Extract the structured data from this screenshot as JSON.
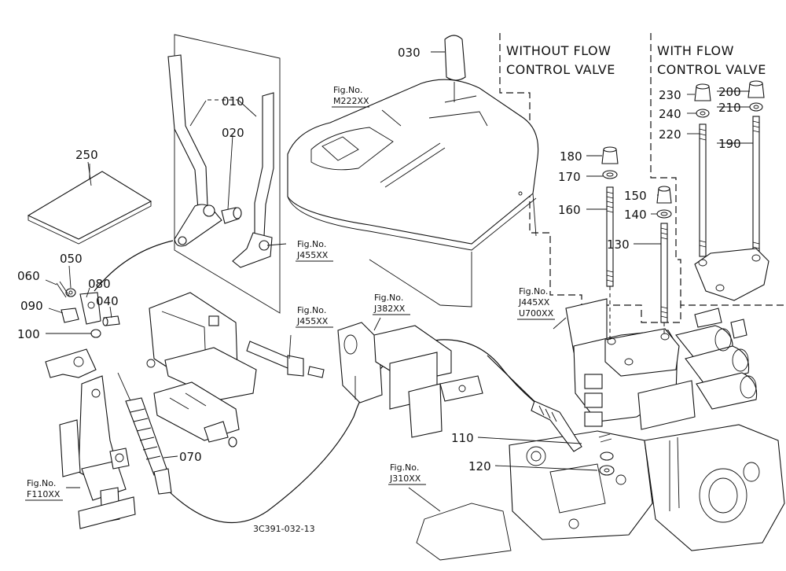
{
  "callouts": {
    "p010": "010",
    "p020": "020",
    "p030": "030",
    "p040": "040",
    "p050": "050",
    "p060": "060",
    "p070": "070",
    "p080": "080",
    "p090": "090",
    "p100": "100",
    "p110": "110",
    "p120": "120",
    "p130": "130",
    "p140": "140",
    "p150": "150",
    "p160": "160",
    "p170": "170",
    "p180": "180",
    "p190": "190",
    "p200": "200",
    "p210": "210",
    "p220": "220",
    "p230": "230",
    "p240": "240",
    "p250": "250"
  },
  "fig_refs": {
    "m222": {
      "label": "Fig.No.",
      "code": "M222XX"
    },
    "j455_top": {
      "label": "Fig.No.",
      "code": "J455XX"
    },
    "j455_mid": {
      "label": "Fig.No.",
      "code": "J455XX"
    },
    "j382": {
      "label": "Fig.No.",
      "code": "J382XX"
    },
    "j445": {
      "label": "Fig.No.",
      "code": "J445XX",
      "code2": "U700XX"
    },
    "j310": {
      "label": "Fig.No.",
      "code": "J310XX"
    },
    "f110": {
      "label": "Fig.No.",
      "code": "F110XX"
    }
  },
  "sections": {
    "without_flow": {
      "line1": "WITHOUT FLOW",
      "line2": "CONTROL VALVE"
    },
    "with_flow": {
      "line1": "WITH FLOW",
      "line2": "CONTROL VALVE"
    }
  },
  "drawing_code": "3C391-032-13"
}
